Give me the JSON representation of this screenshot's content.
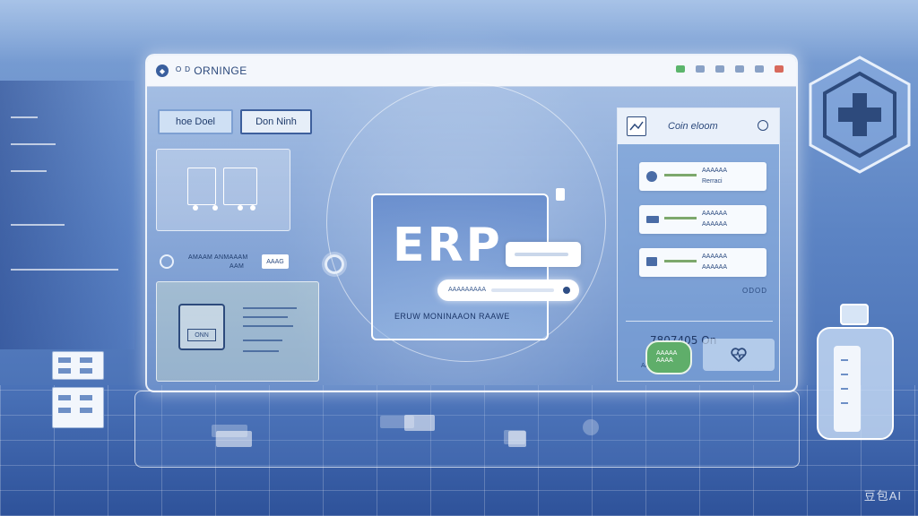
{
  "window": {
    "app_title": "ᴼ ᴰ ORNINGE",
    "title_display": "ORNINGE"
  },
  "tabs": [
    {
      "label": "hoe Doel"
    },
    {
      "label": "Don Ninh"
    }
  ],
  "left": {
    "status_line_a": "AMAAM ANMAAAM",
    "status_line_b": "AAM",
    "pill_label": "AAAG",
    "doc_icon_label": "ONN"
  },
  "center": {
    "hero_title": "ERP",
    "search_text": "AAAAAAAAA",
    "caption": "ERUW MONINAAON RAAWE"
  },
  "right_panel": {
    "title": "Coin eloom",
    "items": [
      {
        "line1": "AAAAAA",
        "line2": "Rerraci"
      },
      {
        "line1": "AAAAAA",
        "line2": "AAAAAA"
      },
      {
        "line1": "AAAAAA",
        "line2": "AAAAAA"
      }
    ],
    "big_number": "7807405 On",
    "side_label": "ODOD",
    "note": "AAAAAA",
    "badge_text": "AAAAA AAAA"
  },
  "watermark": "豆包AI",
  "colors": {
    "accent": "#3a5f9e",
    "background_top": "#7fa3d6",
    "background_bottom": "#3f66ad",
    "success": "#5fae6a"
  }
}
